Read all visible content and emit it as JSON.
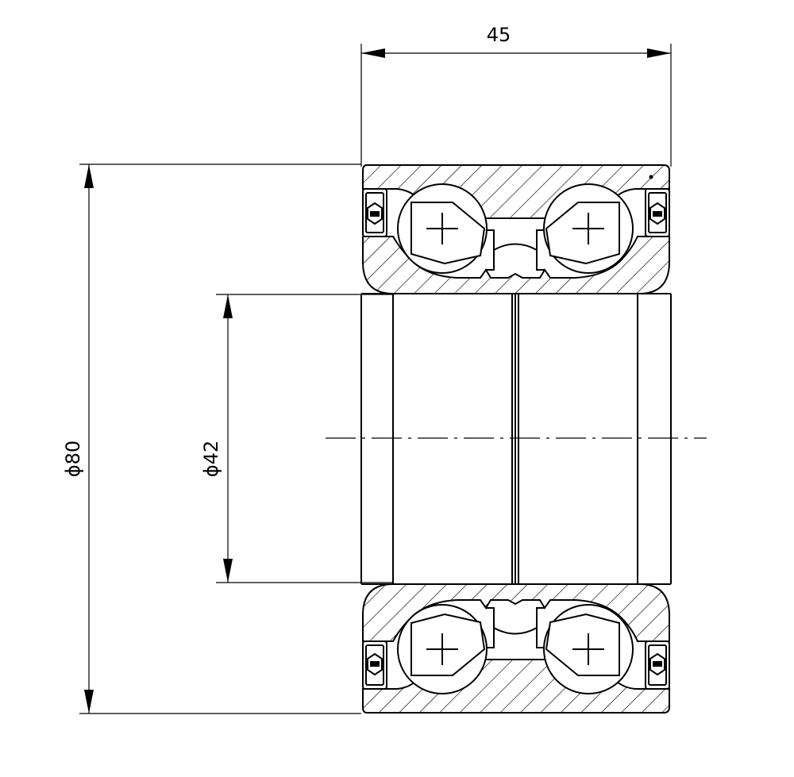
{
  "dimensions": {
    "width": "45",
    "outer_diameter": "ϕ80",
    "inner_diameter": "ϕ42"
  }
}
